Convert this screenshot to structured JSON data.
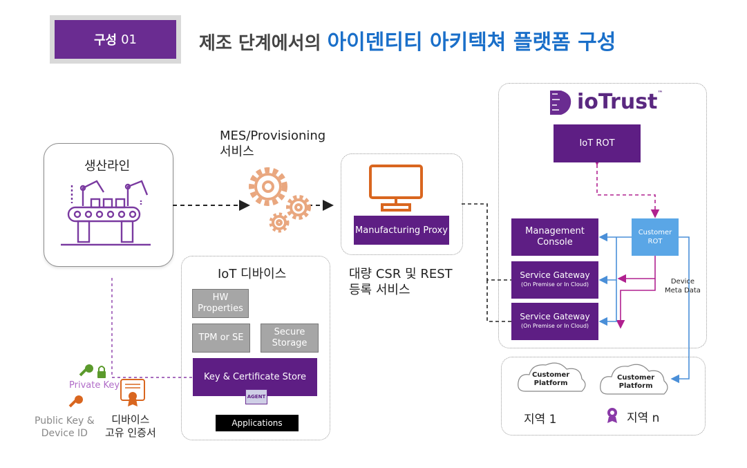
{
  "header": {
    "badge_bold": "구성",
    "badge_num": "01",
    "title_prefix": "제조 단계에서의",
    "title_highlight": "아이덴티티 아키텍쳐 플랫폼 구성"
  },
  "production": {
    "label": "생산라인"
  },
  "mes": {
    "line1": "MES/Provisioning",
    "line2": "서비스"
  },
  "proxy": {
    "label": "Manufacturing Proxy"
  },
  "csr": {
    "line1": "대량 CSR 및 REST",
    "line2": "등록 서비스"
  },
  "device": {
    "title": "IoT 디바이스",
    "hw_line1": "HW",
    "hw_line2": "Properties",
    "tpm": "TPM or SE",
    "secure_line1": "Secure",
    "secure_line2": "Storage",
    "store": "Key & Certificate Store",
    "agent": "AGENT",
    "apps": "Applications"
  },
  "keys": {
    "private": "Private Key",
    "public_line1": "Public Key &",
    "public_line2": "Device ID",
    "cert_line1": "디바이스",
    "cert_line2": "고유 인증서"
  },
  "iotrust": {
    "logo": "ioTrust",
    "tm": "™",
    "iot_rot": "IoT ROT",
    "mgmt_line1": "Management",
    "mgmt_line2": "Console",
    "gw_label": "Service Gateway",
    "gw_sub": "(On Premise or In Cloud)",
    "customer_rot_line1": "Customer",
    "customer_rot_line2": "ROT",
    "meta_line1": "Device",
    "meta_line2": "Meta Data"
  },
  "platforms": {
    "p_line1": "Customer",
    "p_line2": "Platform",
    "region1": "지역 1",
    "regionn": "지역 n"
  },
  "colors": {
    "purple": "#5e1e84",
    "badge_purple": "#6a2c91",
    "blue_title": "#1a6fc9",
    "customer_rot": "#5aa6e6",
    "gear": "#e9a77f",
    "orange": "#d9661f",
    "magenta": "#b0208f",
    "blue_line": "#4a8fd8",
    "green_key": "#5b9a2c"
  }
}
